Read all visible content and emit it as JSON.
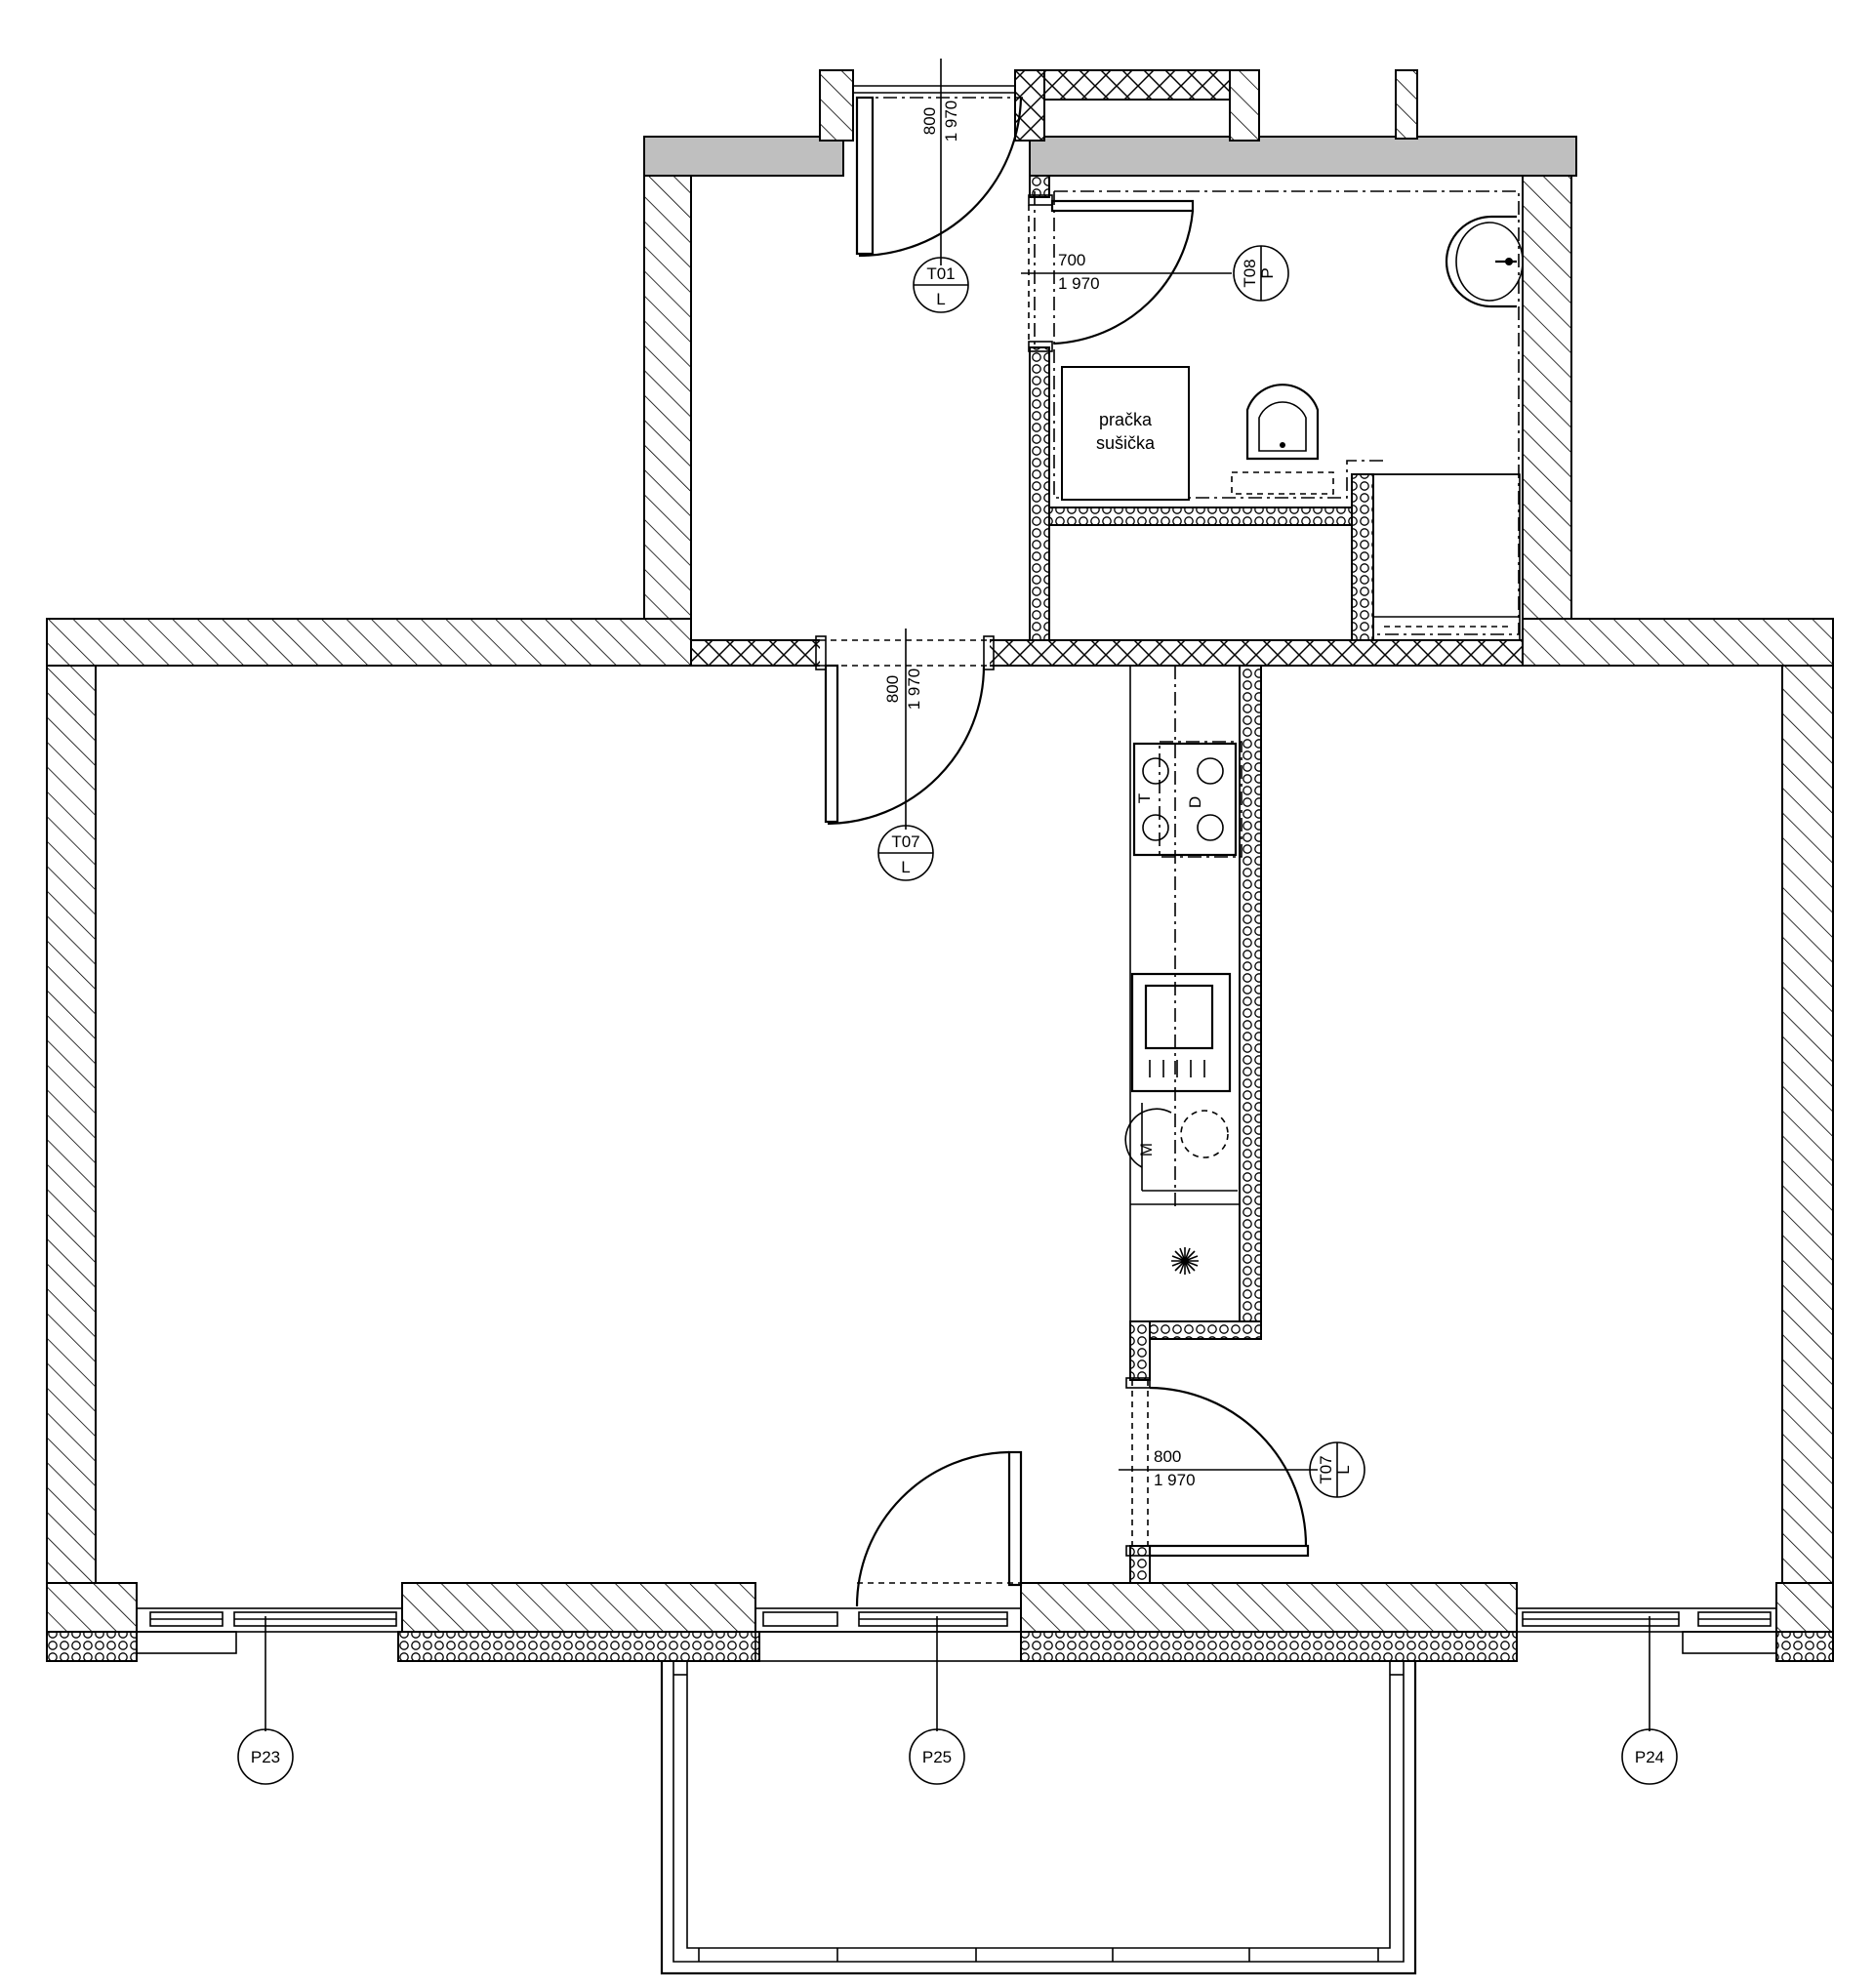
{
  "doors": [
    {
      "id": "door-t01",
      "size": "800",
      "height": "1 970",
      "tag": "T01",
      "side": "L"
    },
    {
      "id": "door-t08",
      "size": "700",
      "height": "1 970",
      "tag": "T08",
      "side": "P"
    },
    {
      "id": "door-t07-hall",
      "size": "800",
      "height": "1 970",
      "tag": "T07",
      "side": "L"
    },
    {
      "id": "door-t07-kitchen",
      "size": "800",
      "height": "1 970",
      "tag": "T07",
      "side": "L"
    }
  ],
  "rooms": {
    "laundry_line1": "pračka",
    "laundry_line2": "sušička"
  },
  "appliance_marks": {
    "hob_left": "T",
    "hob_right": "D",
    "dishwasher": "M"
  },
  "windows": [
    {
      "id": "window-p23",
      "tag": "P23"
    },
    {
      "id": "window-p25",
      "tag": "P25"
    },
    {
      "id": "window-p24",
      "tag": "P24"
    }
  ],
  "colors": {
    "line": "#000000",
    "slab": "#bfbfbf",
    "background": "#ffffff"
  }
}
